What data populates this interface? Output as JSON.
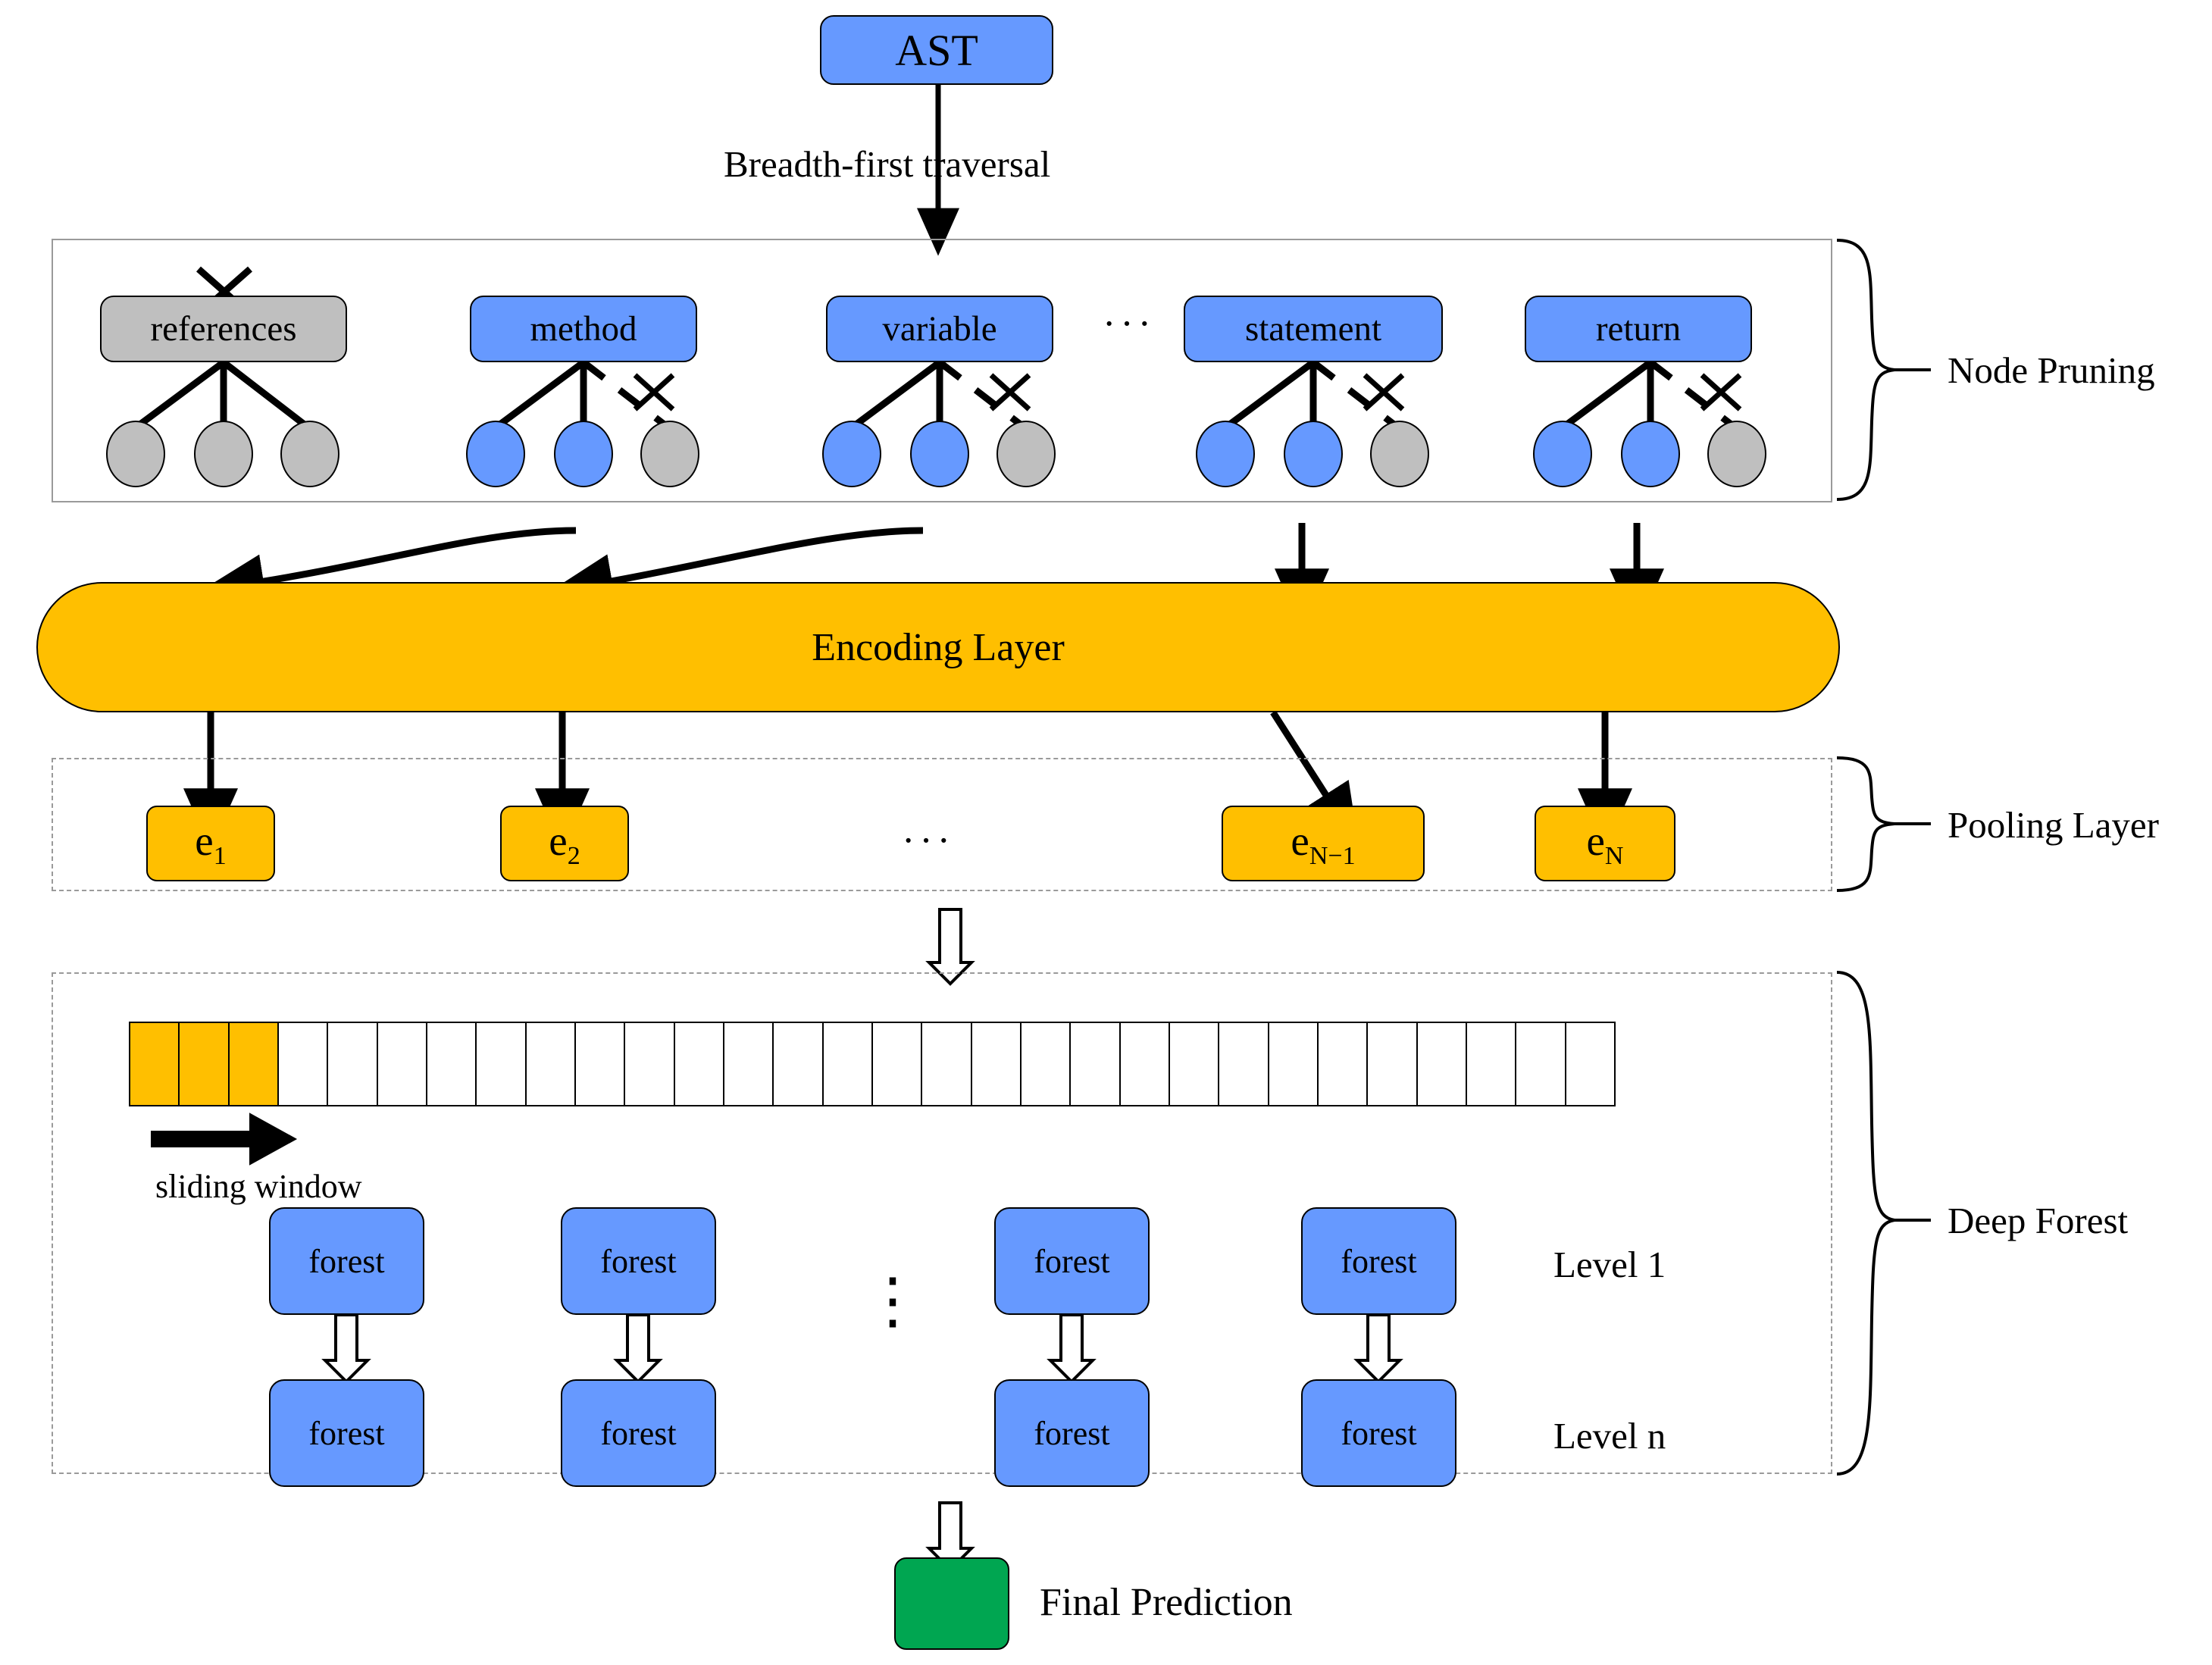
{
  "diagram": {
    "title_node": "AST",
    "traversal_label": "Breadth-first traversal",
    "ellipsis": "···",
    "vertical_ellipsis": "⋮"
  },
  "stages": [
    {
      "id": "node-pruning",
      "label": "Node Pruning"
    },
    {
      "id": "pooling-layer",
      "label": "Pooling Layer"
    },
    {
      "id": "deep-forest",
      "label": "Deep Forest"
    }
  ],
  "node_pruning": {
    "nodes": [
      {
        "label": "references",
        "pruned": true,
        "children": [
          "gray",
          "gray",
          "gray"
        ],
        "cross_on": "self"
      },
      {
        "label": "method",
        "pruned": false,
        "children": [
          "blue",
          "blue",
          "gray"
        ],
        "cross_on": "third-edge"
      },
      {
        "label": "variable",
        "pruned": false,
        "children": [
          "blue",
          "blue",
          "gray"
        ],
        "cross_on": "third-edge"
      },
      {
        "label": "statement",
        "pruned": false,
        "children": [
          "blue",
          "blue",
          "gray"
        ],
        "cross_on": "third-edge"
      },
      {
        "label": "return",
        "pruned": false,
        "children": [
          "blue",
          "blue",
          "gray"
        ],
        "cross_on": "third-edge"
      }
    ],
    "ellipsis_between": "···"
  },
  "encoding_layer": {
    "label": "Encoding Layer"
  },
  "pooling": {
    "embeddings": [
      {
        "base": "e",
        "sub": "1"
      },
      {
        "base": "e",
        "sub": "2"
      },
      {
        "base": "e",
        "sub": "N−1"
      },
      {
        "base": "e",
        "sub": "N"
      }
    ],
    "ellipsis": "···"
  },
  "deep_forest": {
    "window_label": "sliding window",
    "strip_cells_total": 30,
    "strip_cells_highlighted": 3,
    "level_labels": [
      "Level 1",
      "Level n"
    ],
    "forest_label": "forest",
    "forest_columns": 4,
    "vertical_dots": "⋮"
  },
  "output": {
    "label": "Final Prediction"
  },
  "colors": {
    "blue": "#6699FF",
    "gray": "#BFBFBF",
    "orange": "#FFBF00",
    "green": "#00A651",
    "stroke": "#000000",
    "container": "#9a9a9a"
  }
}
